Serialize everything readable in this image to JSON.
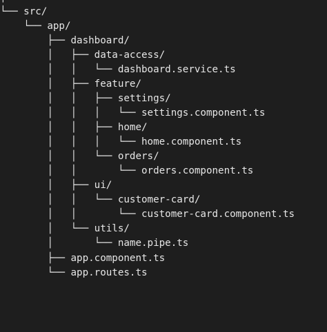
{
  "tree": {
    "fragment": "│",
    "lines": [
      "└── src/",
      "    └── app/",
      "        ├── dashboard/",
      "        │   ├── data-access/",
      "        │   │   └── dashboard.service.ts",
      "        │   ├── feature/",
      "        │   │   ├── settings/",
      "        │   │   │   └── settings.component.ts",
      "        │   │   ├── home/",
      "        │   │   │   └── home.component.ts",
      "        │   │   └── orders/",
      "        │   │       └── orders.component.ts",
      "        │   ├── ui/",
      "        │   │   └── customer-card/",
      "        │   │       └── customer-card.component.ts",
      "        │   └── utils/",
      "        │       └── name.pipe.ts",
      "        ├── app.component.ts",
      "        └── app.routes.ts"
    ]
  }
}
